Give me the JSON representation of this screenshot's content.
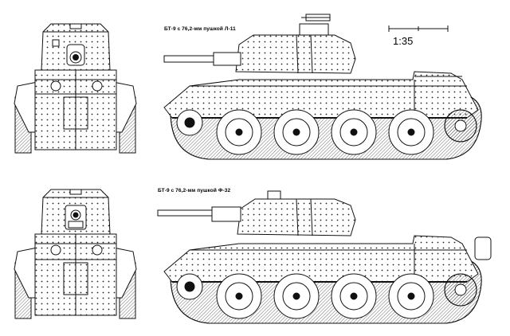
{
  "labels": {
    "top_caption": "БТ-9 с 76,2-мм пушкой Л-11",
    "bottom_caption": "БТ-9 с 76,2-мм пушкой Ф-32",
    "scale": "1:35"
  },
  "views": [
    {
      "name": "front-view-top",
      "type": "tank-front"
    },
    {
      "name": "side-view-top",
      "type": "tank-side",
      "gun": "Л-11"
    },
    {
      "name": "front-view-bottom",
      "type": "tank-front"
    },
    {
      "name": "side-view-bottom",
      "type": "tank-side",
      "gun": "Ф-32"
    }
  ],
  "colors": {
    "line": "#111111",
    "fill": "#ffffff",
    "shade": "#bdbdbd"
  }
}
